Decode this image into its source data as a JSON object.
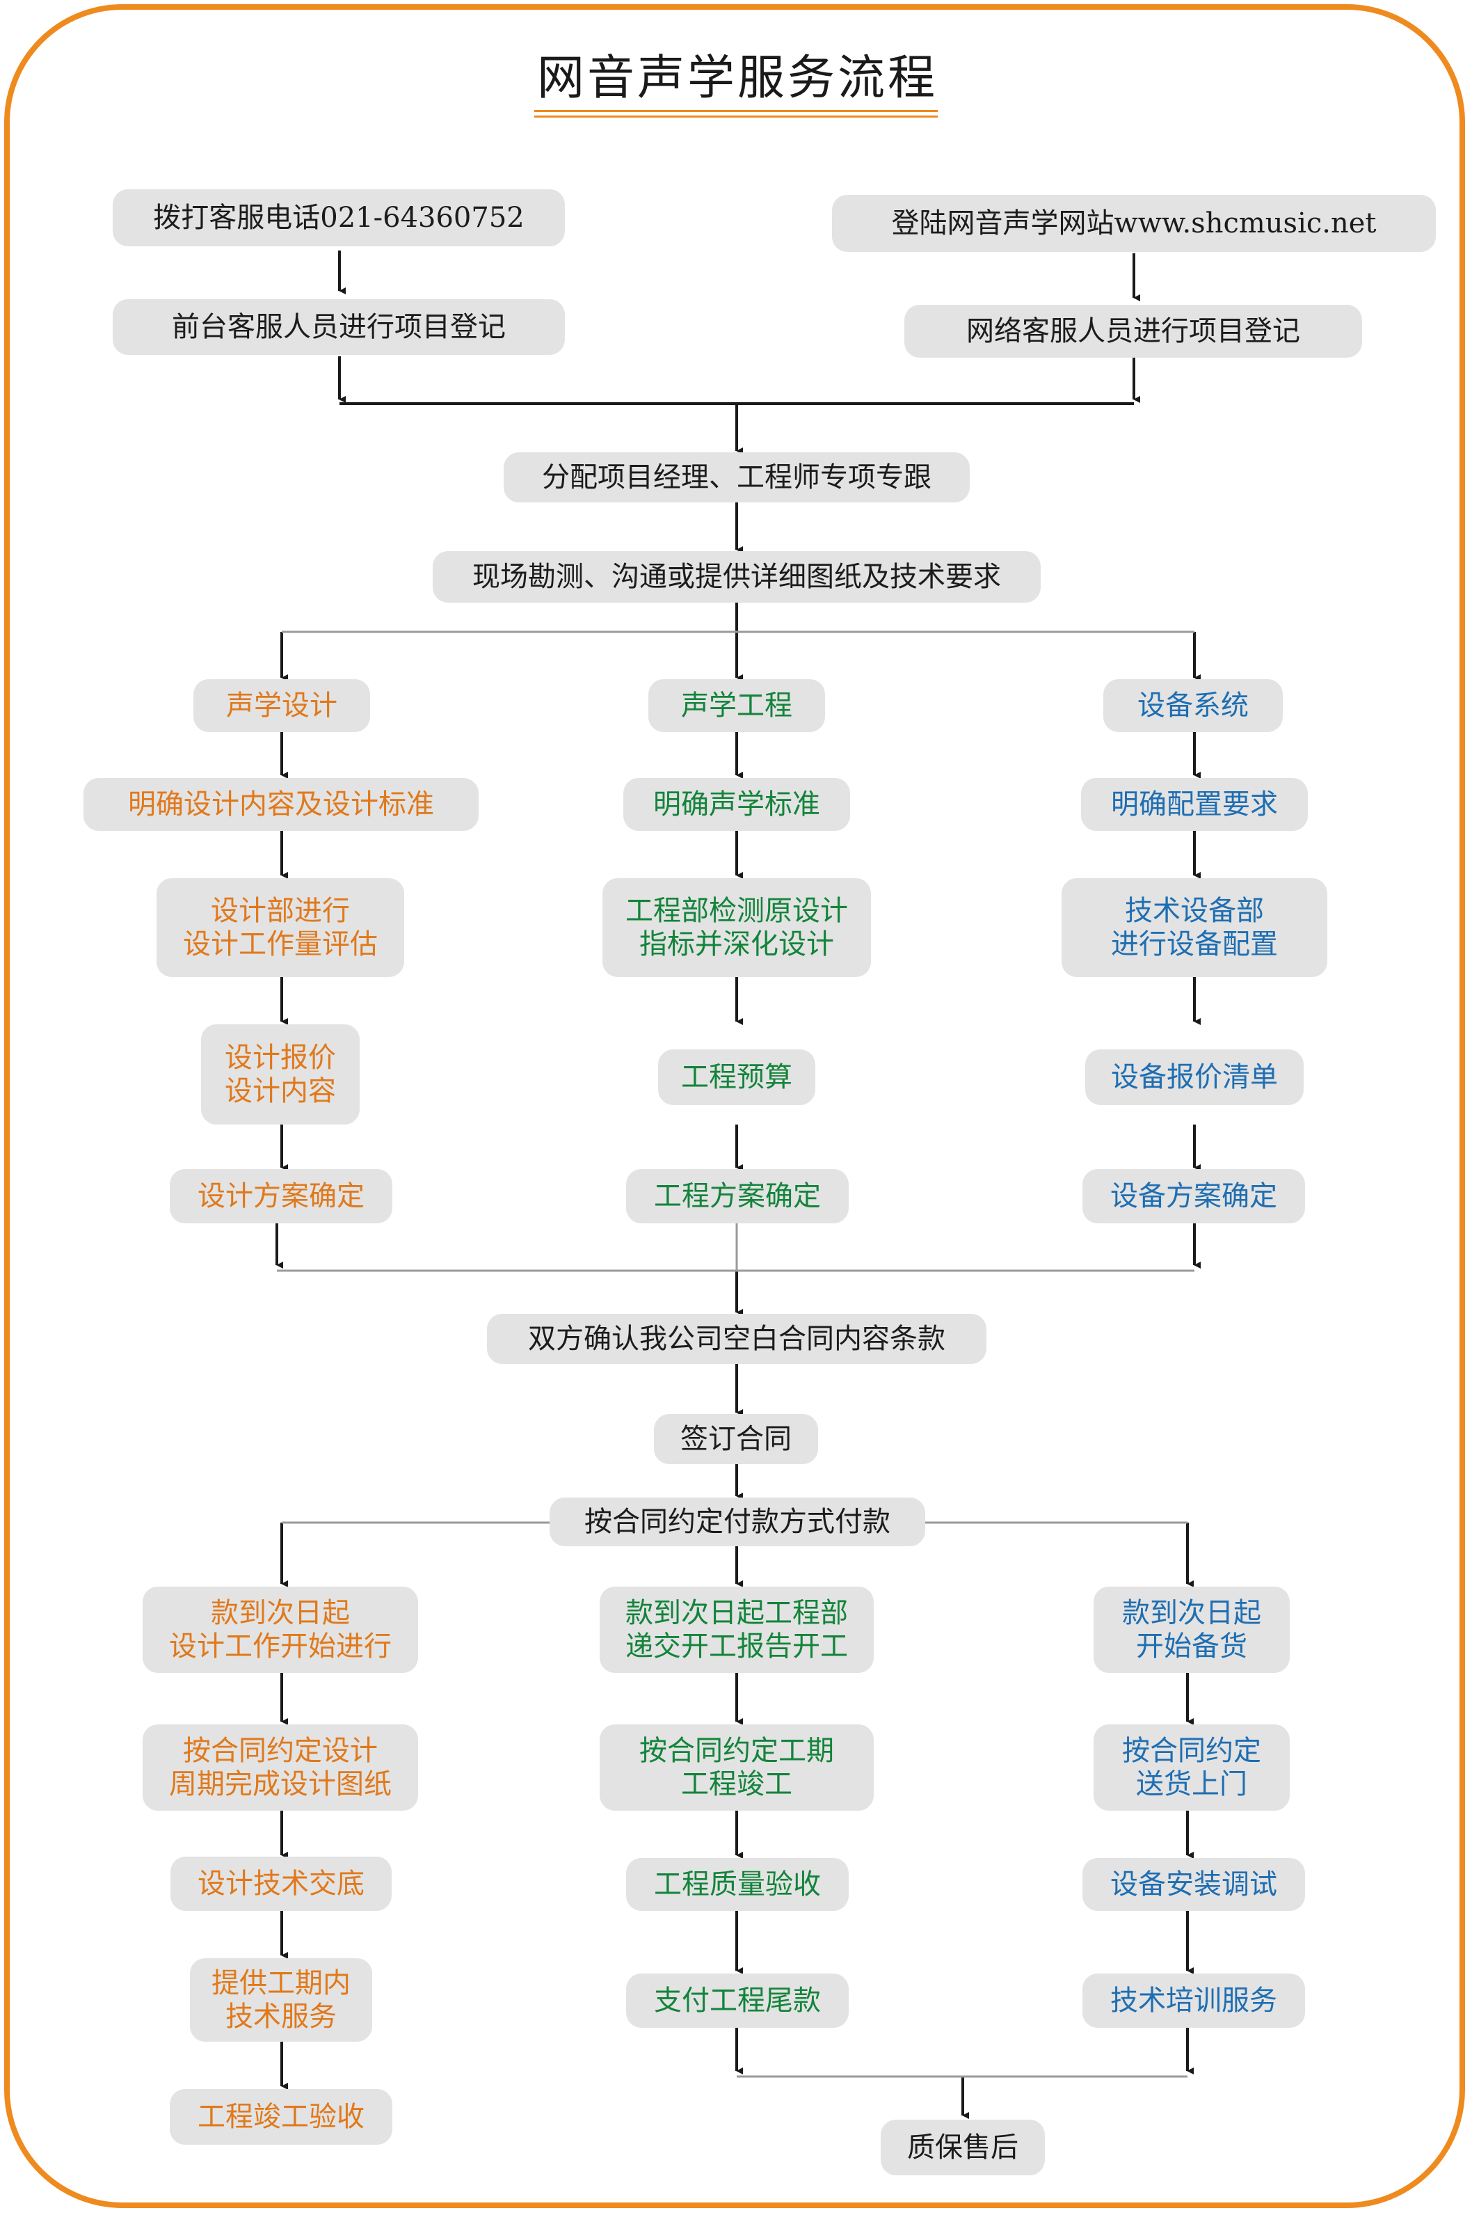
{
  "title": "网音声学服务流程",
  "colors": {
    "frame": "#ef8a1e",
    "box": "#e3e3e3",
    "dark": "#1c1c1c",
    "orange": "#e0791c",
    "green": "#13843b",
    "blue": "#1f6eb2"
  },
  "intake": {
    "phone": "拨打客服电话021-64360752",
    "web": "登陆网音声学网站www.shcmusic.net",
    "front_desk": "前台客服人员进行项目登记",
    "online": "网络客服人员进行项目登记"
  },
  "assign": "分配项目经理、工程师专项专跟",
  "survey": "现场勘测、沟通或提供详细图纸及技术要求",
  "design": {
    "head": "声学设计",
    "s1": "明确设计内容及设计标准",
    "s2": "设计部进行\n设计工作量评估",
    "s3": "设计报价\n设计内容",
    "s4": "设计方案确定",
    "p1": "款到次日起\n设计工作开始进行",
    "p2": "按合同约定设计\n周期完成设计图纸",
    "p3": "设计技术交底",
    "p4": "提供工期内\n技术服务",
    "p5": "工程竣工验收"
  },
  "engineering": {
    "head": "声学工程",
    "s1": "明确声学标准",
    "s2": "工程部检测原设计\n指标并深化设计",
    "s3": "工程预算",
    "s4": "工程方案确定",
    "p1": "款到次日起工程部\n递交开工报告开工",
    "p2": "按合同约定工期\n工程竣工",
    "p3": "工程质量验收",
    "p4": "支付工程尾款"
  },
  "equipment": {
    "head": "设备系统",
    "s1": "明确配置要求",
    "s2": "技术设备部\n进行设备配置",
    "s3": "设备报价清单",
    "s4": "设备方案确定",
    "p1": "款到次日起\n开始备货",
    "p2": "按合同约定\n送货上门",
    "p3": "设备安装调试",
    "p4": "技术培训服务"
  },
  "confirm": "双方确认我公司空白合同内容条款",
  "sign": "签订合同",
  "payment": "按合同约定付款方式付款",
  "warranty": "质保售后"
}
